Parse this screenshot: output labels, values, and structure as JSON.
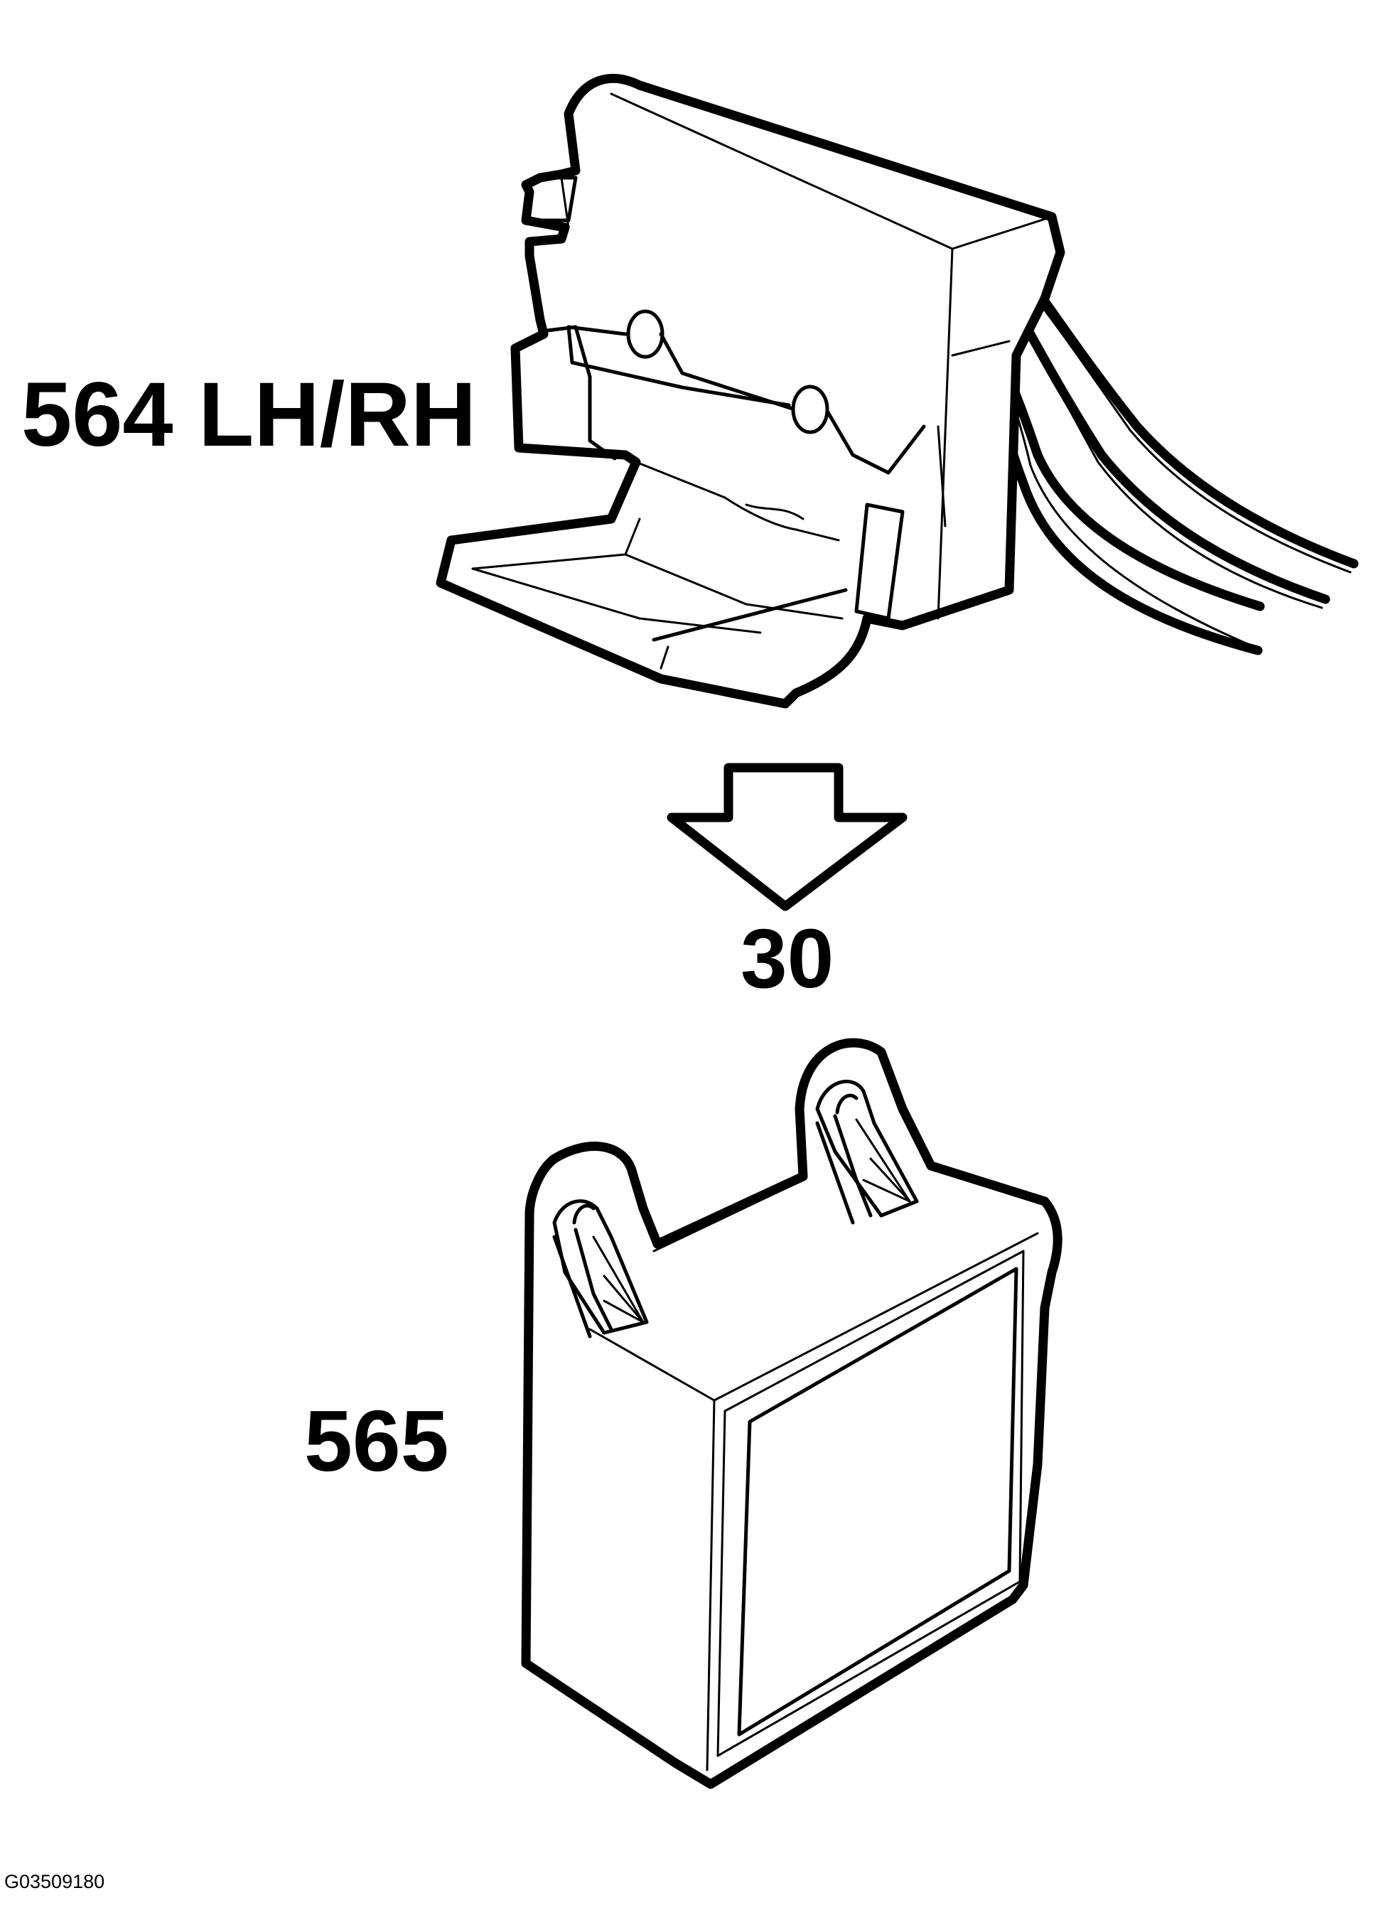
{
  "labels": {
    "part_564": "564 LH/RH",
    "step": "30",
    "part_565": "565",
    "figure_id": "G03509180"
  },
  "icons": {
    "part_564": "relay-connector-with-wires-icon",
    "arrow": "down-arrow-icon",
    "part_565": "relay-module-icon"
  },
  "colors": {
    "line": "#000000",
    "background": "#ffffff"
  }
}
